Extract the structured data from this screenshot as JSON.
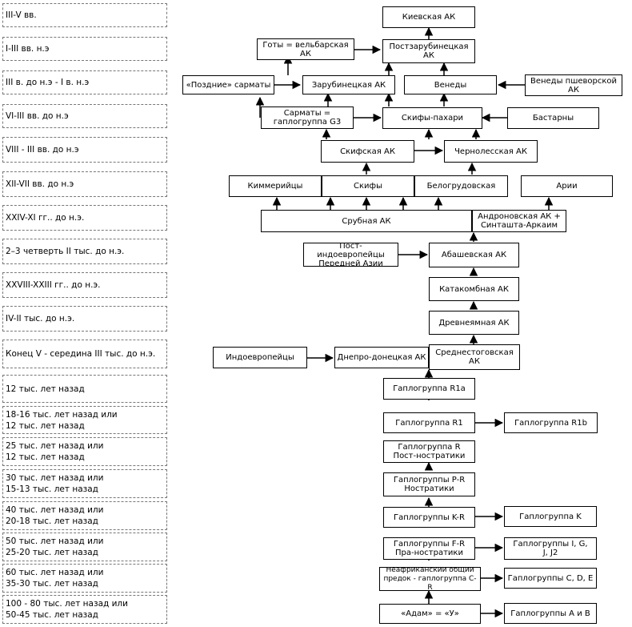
{
  "eras": [
    "III-V вв.",
    "I-III вв. н.э",
    "III в. до н.э - I в. н.э",
    "VI-III вв. до н.э",
    "VIII - III вв. до н.э",
    "XII-VII вв. до н.э",
    "XXIV-XI гг.. до н.э.",
    "2–3 четверть II тыс. до н.э.",
    "XXVIII-XXIII гг.. до н.э.",
    "IV-II тыс. до н.э.",
    "Конец V - середина III тыс. до н.э.",
    "12 тыс. лет назад",
    "18-16 тыс. лет назад или\n12 тыс. лет назад",
    "25 тыс. лет назад или\n12 тыс. лет назад",
    "30 тыс. лет назад или\n15-13 тыс. лет назад",
    "40 тыс. лет назад или\n20-18 тыс. лет назад",
    "50 тыс. лет назад или\n25-20 тыс. лет назад",
    "60 тыс. лет назад или\n35-30 тыс. лет назад",
    "100 - 80 тыс. лет назад или\n50-45 тыс. лет назад"
  ],
  "nodes": {
    "kiev": "Киевская АК",
    "goths": "Готы = вельбарская\nАК",
    "postzar": "Постзарубинецкая\nАК",
    "late_sarm": "«Поздние» сарматы",
    "zarub": "Зарубинецкая АК",
    "veneds": "Венеды",
    "veneds_psh": "Венеды пшеворской\nАК",
    "sarm": "Сарматы =\nгаплогруппа G3",
    "scyth_plough": "Скифы-пахари",
    "bastarn": "Бастарны",
    "scyth_ak": "Скифская АК",
    "chernoles": "Чернолесская АК",
    "kimmer": "Киммерийцы",
    "scyths": "Скифы",
    "belogrud": "Белогрудовская",
    "arii": "Арии",
    "srub": "Срубная АК",
    "andron": "Андроновская АК +\nСинташта-Аркаим",
    "post_ie": "Пост-индоевропейцы\nПередней Азии",
    "abash": "Абашевская АК",
    "katak": "Катакомбная АК",
    "drevn": "Древнеямная АК",
    "indoeur": "Индоевропейцы",
    "dnepr": "Днепро-донецкая АК",
    "sredn": "Среднестоговская\nАК",
    "r1a": "Гаплогруппа R1a",
    "r1": "Гаплогруппа R1",
    "r1b": "Гаплогруппа R1b",
    "r": "Гаплогруппа R\nПост-ностратики",
    "pr": "Гаплогруппы P-R\nНостратики",
    "kr": "Гаплогруппы K-R",
    "k": "Гаплогруппа K",
    "fr": "Гаплогруппы F-R\nПра-ностратики",
    "igj": "Гаплогруппы I, G,\nJ, J2",
    "nonafr": "Неафриканский общий\nпредок - гаплогруппа C-R",
    "cde": "Гаплогруппы C, D, E",
    "adam": "«Адам» = «У»",
    "ab": "Гаплогруппы A и B"
  }
}
